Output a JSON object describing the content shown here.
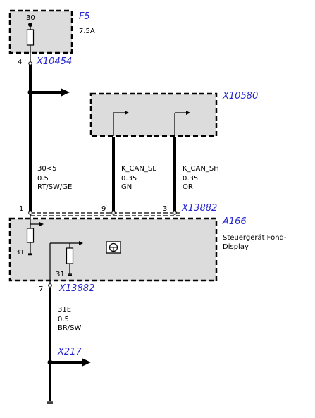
{
  "fuse": {
    "name": "F5",
    "terminal": "30",
    "rating": "7.5A",
    "pin": "4",
    "connector": "X10454"
  },
  "can_module": {
    "connector": "X10580"
  },
  "wires": {
    "supply": {
      "line1": "30<5",
      "line2": "0.5",
      "line3": "RT/SW/GE",
      "pin": "1"
    },
    "can_low": {
      "line1": "K_CAN_SL",
      "line2": "0.35",
      "line3": "GN",
      "pin": "9"
    },
    "can_high": {
      "line1": "K_CAN_SH",
      "line2": "0.35",
      "line3": "OR",
      "pin": "3"
    },
    "ground": {
      "line1": "31E",
      "line2": "0.5",
      "line3": "BR/SW",
      "pin": "7"
    }
  },
  "control_unit": {
    "name": "A166",
    "desc_line1": "Steuergerät Fond-",
    "desc_line2": "Display",
    "connector_top": "X13882",
    "connector_bottom": "X13882",
    "ground_label_left": "31",
    "ground_label_inner": "31"
  },
  "ground_connector": {
    "name": "X217"
  },
  "icons": {
    "fuse": "fuse-icon",
    "display": "steering-wheel-display-icon",
    "ground": "ground-symbol-icon",
    "arrow": "continuation-arrow-icon"
  }
}
